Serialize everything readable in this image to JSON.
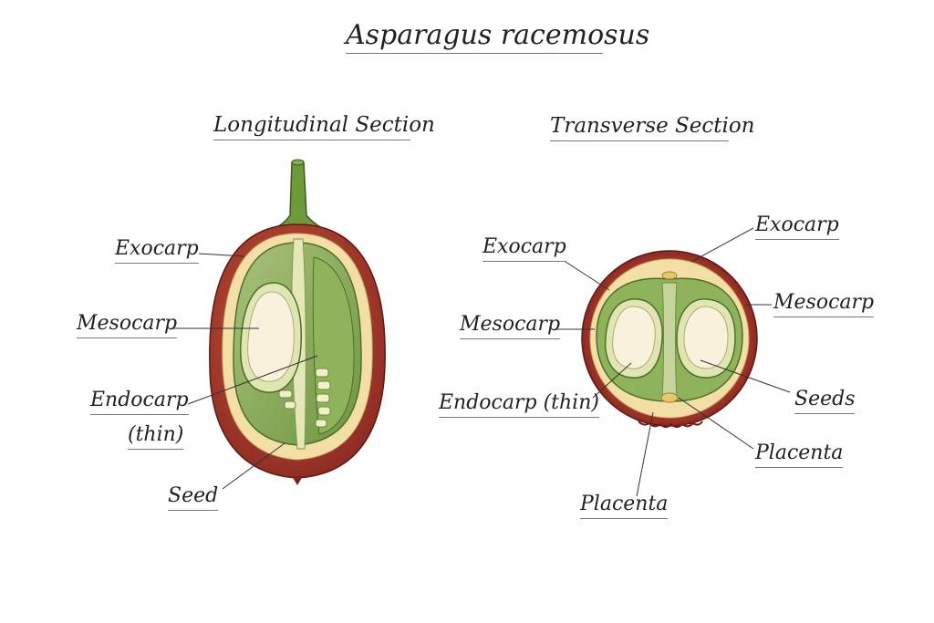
{
  "title": "Asparagus racemosus",
  "longitudinal": {
    "heading": "Longitudinal Section",
    "labels": {
      "exocarp": "Exocarp",
      "mesocarp": "Mesocarp",
      "endocarp_line1": "Endocarp",
      "endocarp_line2": "(thin)",
      "seed": "Seed"
    }
  },
  "transverse": {
    "heading": "Transverse Section",
    "labels": {
      "exocarp_left": "Exocarp",
      "exocarp_right": "Exocarp",
      "mesocarp_left": "Mesocarp",
      "mesocarp_right": "Mesocarp",
      "endocarp": "Endocarp (thin)",
      "seeds": "Seeds",
      "placenta_right": "Placenta",
      "placenta_bottom": "Placenta"
    }
  },
  "colors": {
    "exocarp": "#a8322a",
    "mesocarp": "#f3dfa6",
    "endocarp": "#8fae5a",
    "seed": "#f8f1dc",
    "stalk": "#6f9a3c"
  }
}
